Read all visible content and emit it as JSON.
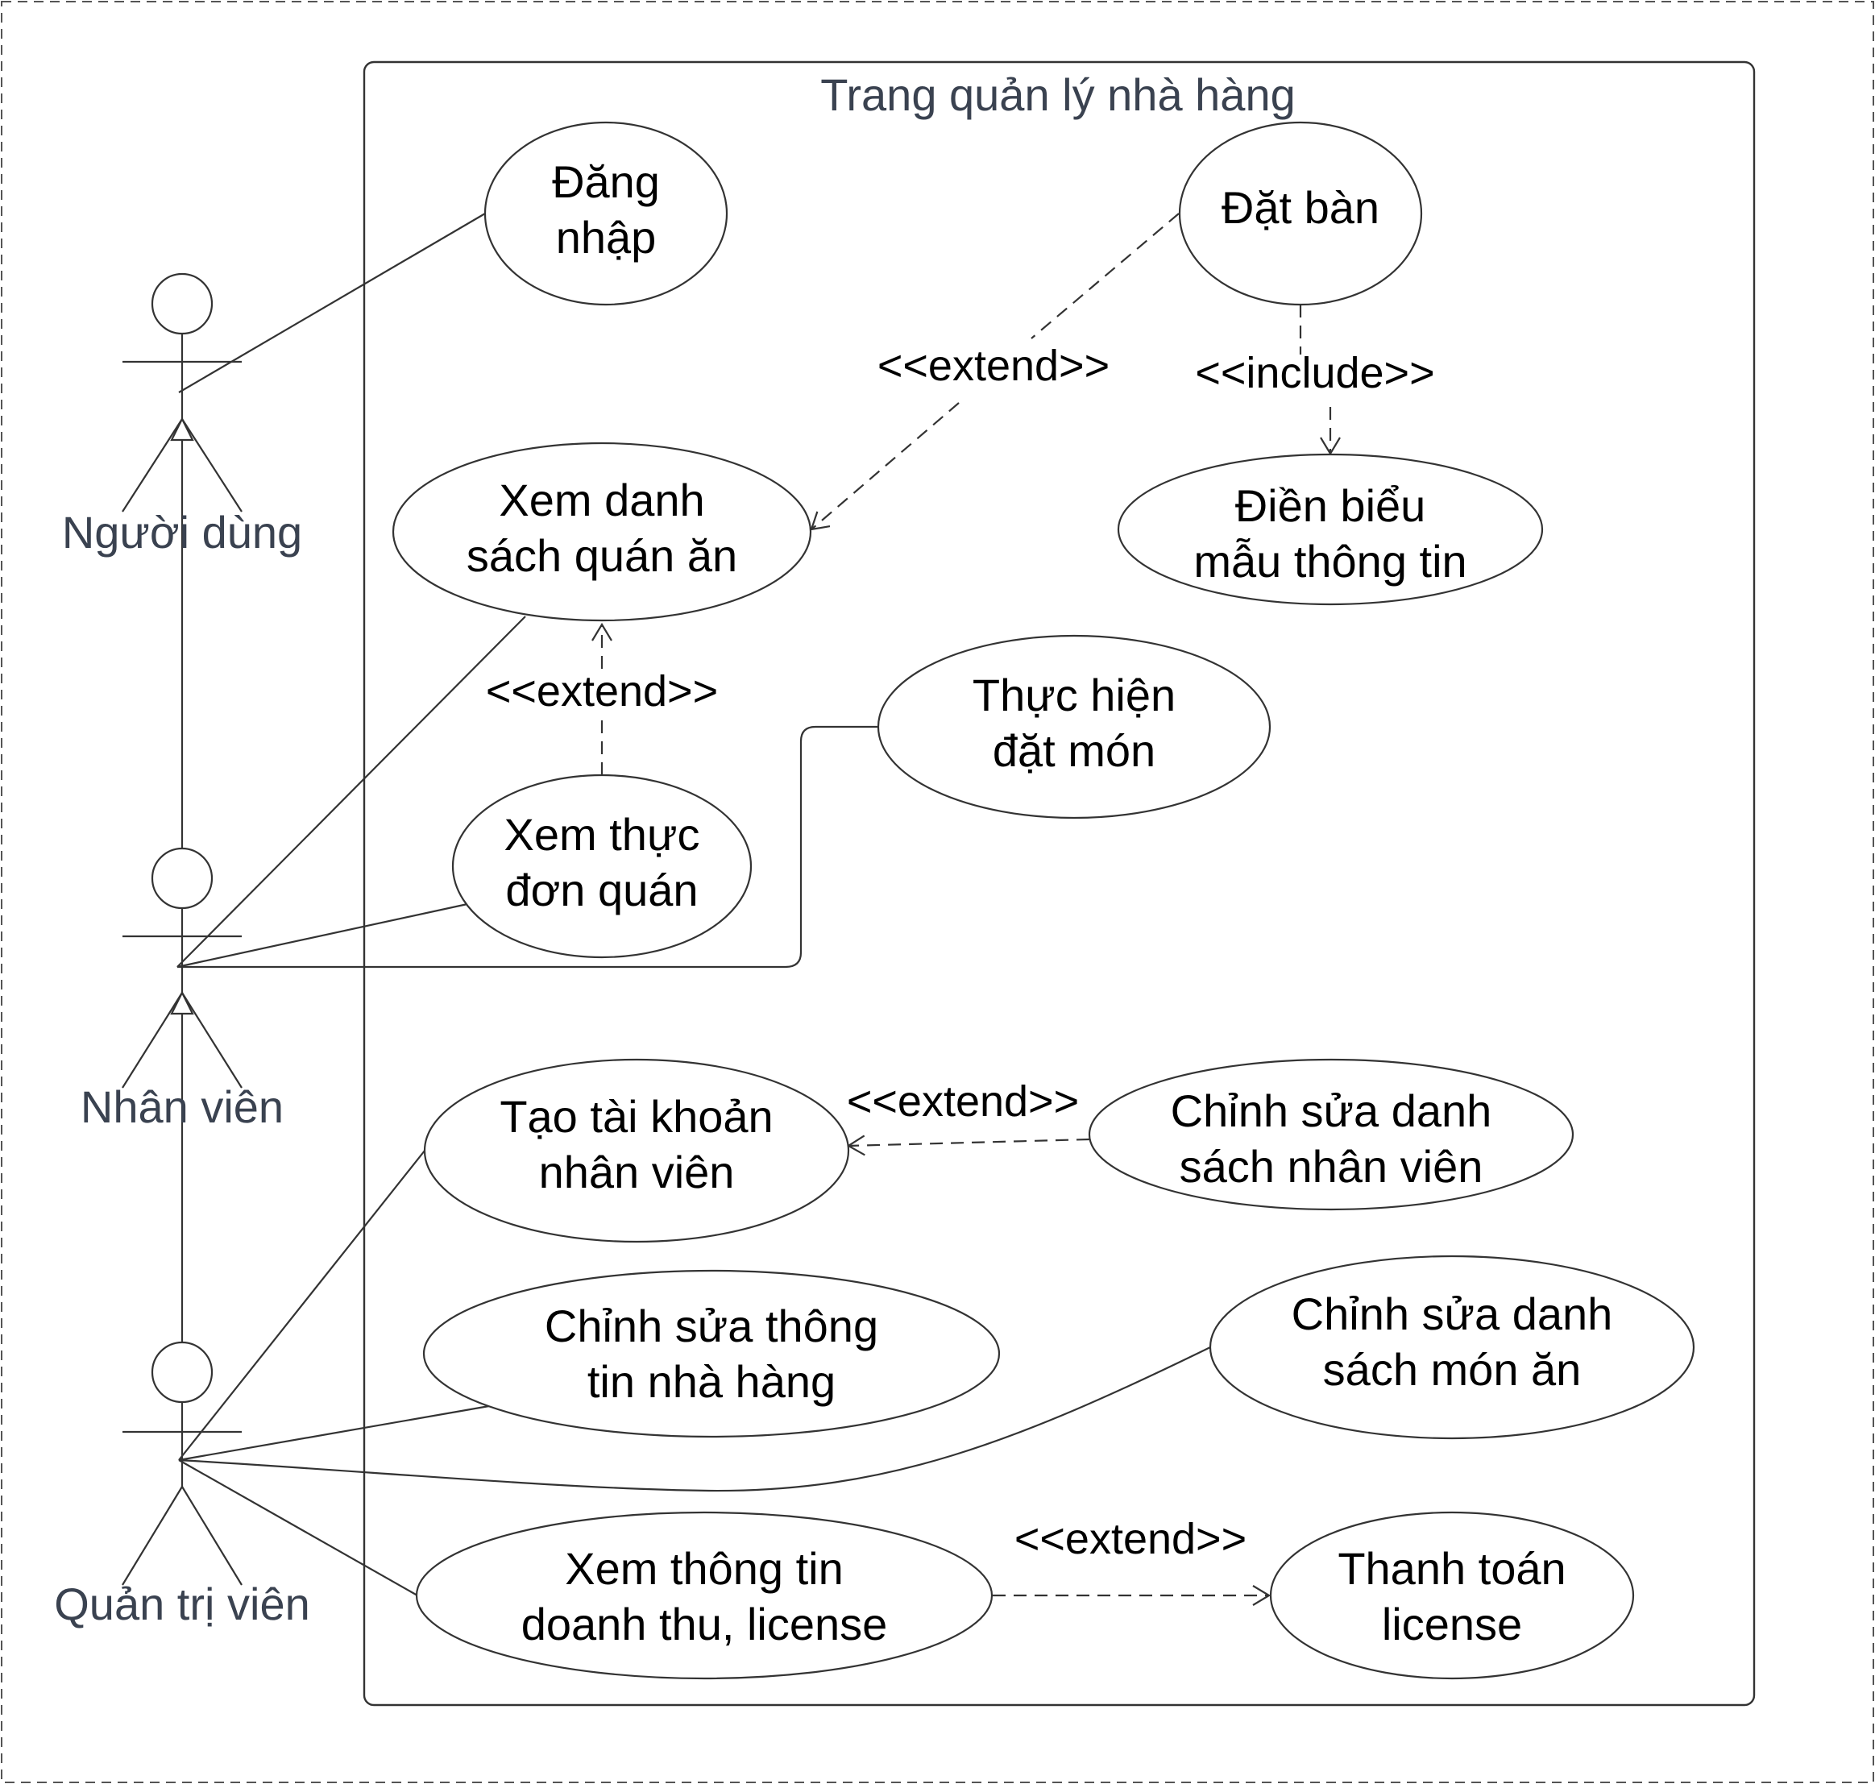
{
  "system": {
    "title": "Trang quản lý nhà hàng"
  },
  "actors": {
    "nguoi_dung": "Người dùng",
    "nhan_vien": "Nhân viên",
    "quan_tri_vien": "Quản trị viên"
  },
  "use_cases": {
    "dang_nhap": [
      "Đăng",
      "nhập"
    ],
    "dat_ban": [
      "Đặt bàn"
    ],
    "dien_bieu_mau": [
      "Điền biểu",
      "mẫu thông tin"
    ],
    "xem_danh_sach_quan_an": [
      "Xem danh",
      "sách quán ăn"
    ],
    "thuc_hien_dat_mon": [
      "Thực hiện",
      "đặt món"
    ],
    "xem_thuc_don_quan": [
      "Xem thực",
      "đơn quán"
    ],
    "tao_tai_khoan_nhan_vien": [
      "Tạo tài khoản",
      "nhân viên"
    ],
    "chinh_sua_ds_nhan_vien": [
      "Chỉnh sửa danh",
      "sách nhân viên"
    ],
    "chinh_sua_thong_tin_nha_hang": [
      "Chỉnh sửa thông",
      "tin nhà hàng"
    ],
    "chinh_sua_ds_mon_an": [
      "Chỉnh sửa danh",
      "sách món ăn"
    ],
    "xem_doanh_thu_license": [
      "Xem thông tin",
      "doanh thu, license"
    ],
    "thanh_toan_license": [
      "Thanh toán",
      "license"
    ]
  },
  "stereotypes": {
    "extend_dat_ban": "<<extend>>",
    "include_dat_ban": "<<include>>",
    "extend_thuc_don": "<<extend>>",
    "extend_nhan_vien": "<<extend>>",
    "extend_license": "<<extend>>"
  }
}
